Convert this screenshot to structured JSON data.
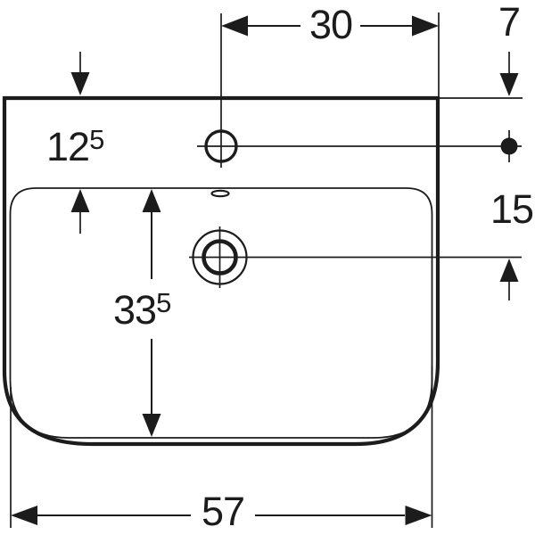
{
  "labels": {
    "dim_tap_to_right_edge": "30",
    "dim_edge_to_tap": "7",
    "dim_rim_to_basin": {
      "main": "12",
      "sup": "5"
    },
    "dim_basin_depth": {
      "main": "33",
      "sup": "5"
    },
    "dim_tap_to_drain": "15",
    "dim_overall_width": "57"
  },
  "colors": {
    "line": "#1c1c1c",
    "background": "#ffffff"
  }
}
